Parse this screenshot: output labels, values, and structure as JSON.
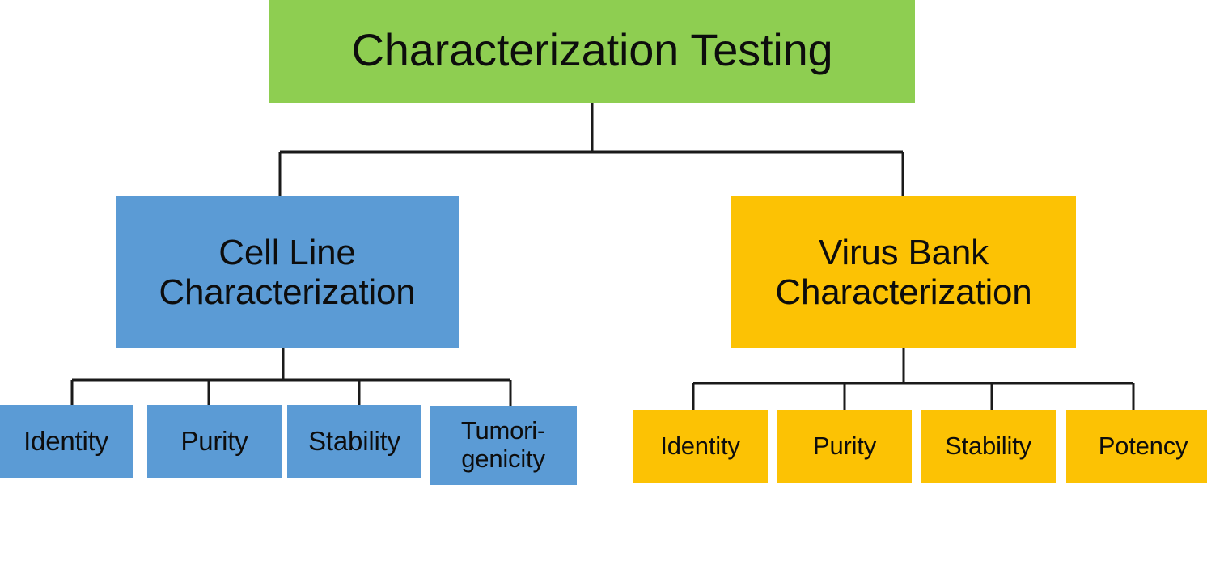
{
  "diagram": {
    "type": "hierarchy-tree",
    "title": "Characterization Testing",
    "root": {
      "label": "Characterization Testing",
      "color": "#8ECE51"
    },
    "branches": [
      {
        "label": "Cell Line\nCharacterization",
        "color": "#5B9BD5",
        "children": [
          {
            "label": "Identity"
          },
          {
            "label": "Purity"
          },
          {
            "label": "Stability"
          },
          {
            "label": "Tumori-\ngenicity"
          }
        ]
      },
      {
        "label": "Virus Bank\nCharacterization",
        "color": "#FCC204",
        "children": [
          {
            "label": "Identity"
          },
          {
            "label": "Purity"
          },
          {
            "label": "Stability"
          },
          {
            "label": "Potency"
          }
        ]
      }
    ],
    "connector_color": "#1a1a1a",
    "background_color": "#FFFFFF"
  }
}
